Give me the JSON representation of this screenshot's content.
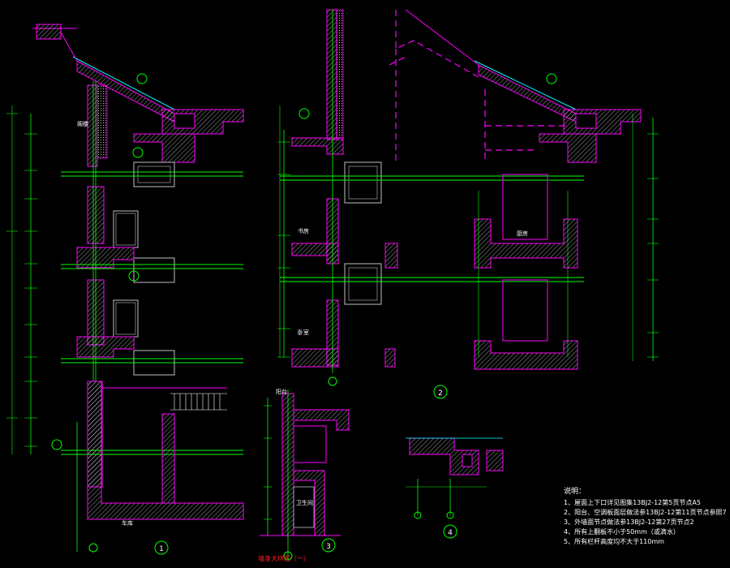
{
  "colors": {
    "background": "#000000",
    "wall_outline": "#ff00ff",
    "hatch": "#ffffff",
    "dimension": "#00ff00",
    "structure": "#ffff00",
    "cyan": "#00ffff",
    "notes_text": "#ffffff",
    "caption_red": "#ff2020",
    "window_gray": "#c0c0c0"
  },
  "section_markers": {
    "one": "1",
    "two": "2",
    "three": "3",
    "four": "4"
  },
  "room_labels": {
    "attic": "阁楼",
    "study": "书房",
    "kitchen": "厨房",
    "bedroom": "卧室",
    "balcony": "阳台",
    "toilet": "卫生间",
    "garage": "车库"
  },
  "notes": {
    "title": "说明：",
    "items": [
      "1、屋面上下口详见图集13BJ2-12第5页节点A5",
      "2、阳台、空调板面层做法参13BJ2-12第11页节点参照7",
      "3、外墙面节点做法参13BJ2-12第27页节点2",
      "4、所有上翻板不小于50mm（或滴水）",
      "5、所有栏杆高度均不大于110mm"
    ]
  },
  "caption": "墙身大样图（一）"
}
